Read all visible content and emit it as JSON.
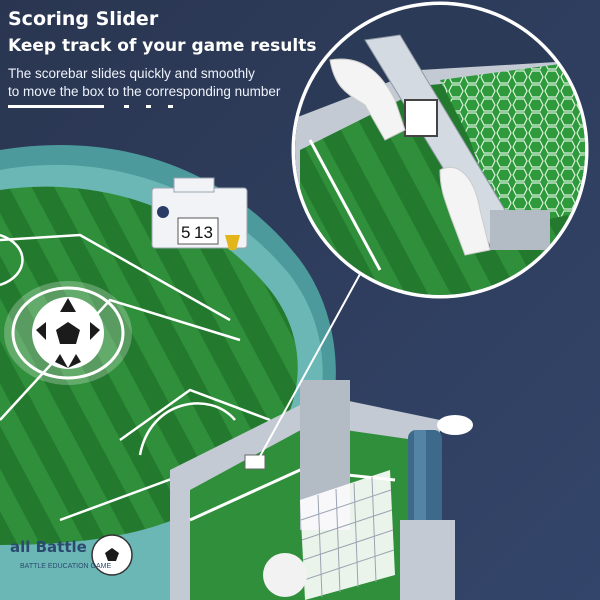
{
  "headline": "Scoring Slider",
  "tagline": "Keep track of your game results",
  "description_line1": "The scorebar slides quickly and smoothly",
  "description_line2": "to move the box to the corresponding number",
  "scoreboard": {
    "home": "5",
    "away": "13"
  },
  "board_label": "all Battle",
  "board_sublabel": "BATTLE EDUCATION GAME",
  "colors": {
    "background": "#2b3a57",
    "pitch_light": "#2f8f3a",
    "pitch_dark": "#1f6f2a",
    "rim": "#5aa6a6",
    "frame": "#c7ced6",
    "handle": "#3d6a8a"
  }
}
